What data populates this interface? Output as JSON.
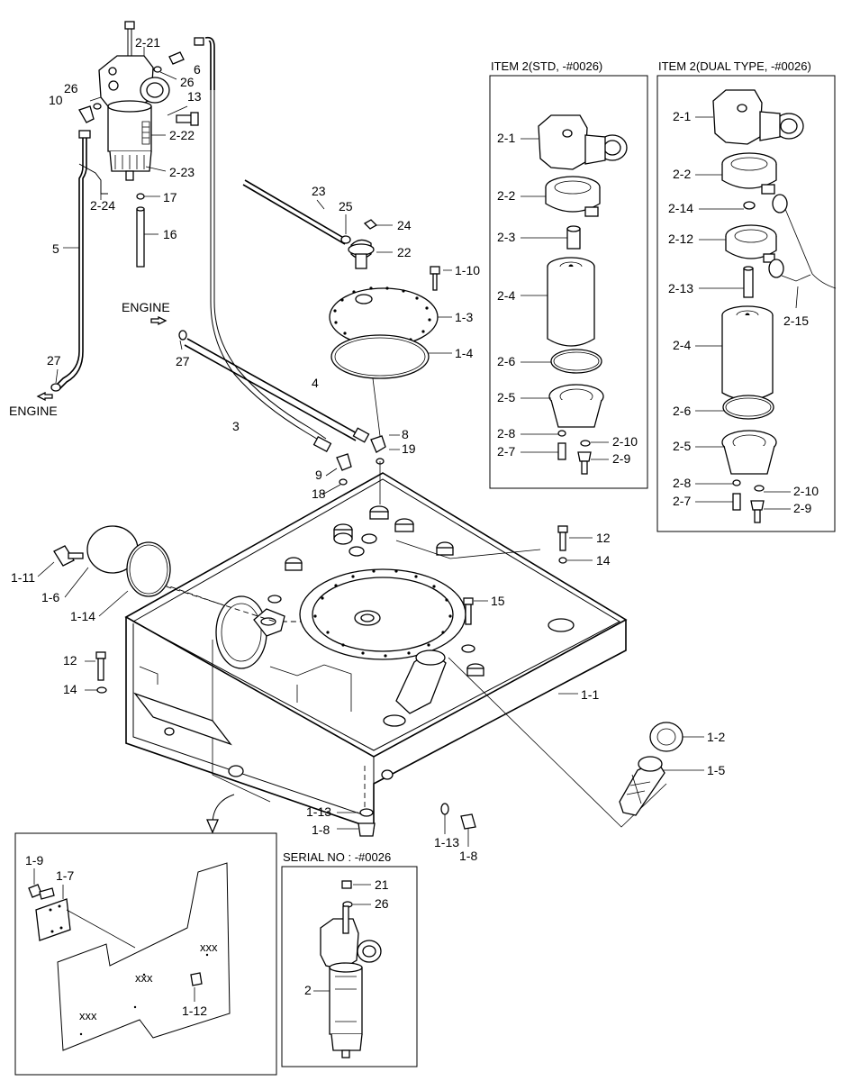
{
  "callouts": {
    "c2_21": "2-21",
    "c6": "6",
    "c26a": "26",
    "c26b": "26",
    "c10": "10",
    "c13": "13",
    "c2_22": "2-22",
    "c2_23": "2-23",
    "c2_24": "2-24",
    "c17": "17",
    "c16": "16",
    "c5": "5",
    "c27a": "27",
    "c27b": "27",
    "c23": "23",
    "c25": "25",
    "c24": "24",
    "c22": "22",
    "c1_10": "1-10",
    "c1_3": "1-3",
    "c1_4": "1-4",
    "c4": "4",
    "c3": "3",
    "c8": "8",
    "c19": "19",
    "c9": "9",
    "c18": "18",
    "c12a": "12",
    "c14a": "14",
    "c15": "15",
    "c1_11": "1-11",
    "c1_6": "1-6",
    "c1_14": "1-14",
    "c12b": "12",
    "c14b": "14",
    "c1_1": "1-1",
    "c1_2": "1-2",
    "c1_5": "1-5",
    "c1_13a": "1-13",
    "c1_8a": "1-8",
    "c1_13b": "1-13",
    "c1_8b": "1-8",
    "c1_9": "1-9",
    "c1_7": "1-7",
    "c1_12": "1-12",
    "c21": "21",
    "c26c": "26",
    "c2": "2",
    "std_2_1": "2-1",
    "std_2_2": "2-2",
    "std_2_3": "2-3",
    "std_2_4": "2-4",
    "std_2_6": "2-6",
    "std_2_5": "2-5",
    "std_2_8": "2-8",
    "std_2_7": "2-7",
    "std_2_10": "2-10",
    "std_2_9": "2-9",
    "dual_2_1": "2-1",
    "dual_2_2": "2-2",
    "dual_2_14": "2-14",
    "dual_2_12": "2-12",
    "dual_2_13": "2-13",
    "dual_2_15": "2-15",
    "dual_2_4": "2-4",
    "dual_2_6": "2-6",
    "dual_2_5": "2-5",
    "dual_2_8": "2-8",
    "dual_2_10": "2-10",
    "dual_2_7": "2-7",
    "dual_2_9": "2-9"
  },
  "labels": {
    "engine_top": "ENGINE",
    "engine_left": "ENGINE"
  },
  "panels": {
    "std_title": "ITEM 2(STD, -#0026)",
    "dual_title": "ITEM 2(DUAL TYPE, -#0026)",
    "serial_title": "SERIAL NO : -#0026"
  },
  "plate_text": {
    "a": "xxx",
    "b": "xxx",
    "c": "xxx"
  }
}
